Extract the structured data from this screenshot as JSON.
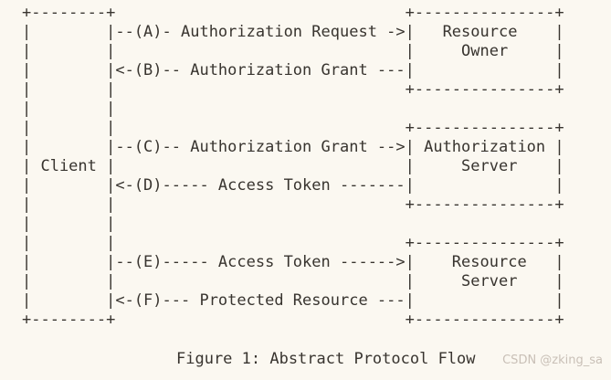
{
  "colors": {
    "background": "#fbf8f1",
    "text": "#38342f",
    "watermark": "#c9c0b7"
  },
  "diagram": {
    "lines": [
      "+--------+                               +---------------+",
      "|        |--(A)- Authorization Request ->|   Resource    |",
      "|        |                               |     Owner     |",
      "|        |<-(B)-- Authorization Grant ---|               |",
      "|        |                               +---------------+",
      "|        |",
      "|        |                               +---------------+",
      "|        |--(C)-- Authorization Grant -->| Authorization |",
      "| Client |                               |     Server    |",
      "|        |<-(D)----- Access Token -------|               |",
      "|        |                               +---------------+",
      "|        |",
      "|        |                               +---------------+",
      "|        |--(E)----- Access Token ------>|    Resource   |",
      "|        |                               |     Server    |",
      "|        |<-(F)--- Protected Resource ---|               |",
      "+--------+                               +---------------+"
    ],
    "entities": [
      "Client",
      "Resource Owner",
      "Authorization Server",
      "Resource Server"
    ],
    "steps": [
      {
        "id": "A",
        "label": "Authorization Request",
        "from": "Client",
        "to": "Resource Owner"
      },
      {
        "id": "B",
        "label": "Authorization Grant",
        "from": "Resource Owner",
        "to": "Client"
      },
      {
        "id": "C",
        "label": "Authorization Grant",
        "from": "Client",
        "to": "Authorization Server"
      },
      {
        "id": "D",
        "label": "Access Token",
        "from": "Authorization Server",
        "to": "Client"
      },
      {
        "id": "E",
        "label": "Access Token",
        "from": "Client",
        "to": "Resource Server"
      },
      {
        "id": "F",
        "label": "Protected Resource",
        "from": "Resource Server",
        "to": "Client"
      }
    ]
  },
  "caption": "Figure 1: Abstract Protocol Flow",
  "watermark": "CSDN @zking_sa"
}
